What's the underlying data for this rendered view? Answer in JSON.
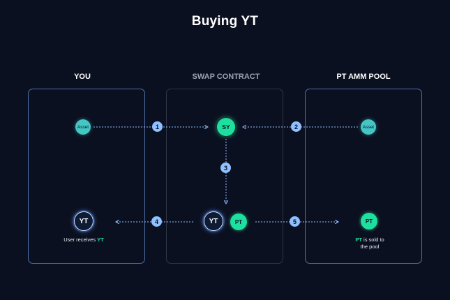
{
  "title": "Buying YT",
  "columns": {
    "you": "YOU",
    "swap": "SWAP CONTRACT",
    "pool": "PT AMM POOL"
  },
  "nodes": {
    "asset_left": "Asset",
    "asset_right": "Asset",
    "sy": "SY",
    "yt_user": "YT",
    "yt_swap": "YT",
    "pt_swap": "PT",
    "pt_pool": "PT"
  },
  "steps": [
    "1",
    "2",
    "3",
    "4",
    "5"
  ],
  "captions": {
    "user_receives_prefix": "User receives ",
    "user_receives_token": "YT",
    "pt_sold_token": "PT",
    "pt_sold_line1_rest": " is sold to",
    "pt_sold_line2": "the pool"
  },
  "colors": {
    "background": "#0b1020",
    "panel_blue": "#4e6fa8",
    "panel_gray": "#2f3646",
    "accent_green": "#1de0a0",
    "asset_teal": "#44c7c4",
    "step_blue": "#8fc0ff"
  }
}
